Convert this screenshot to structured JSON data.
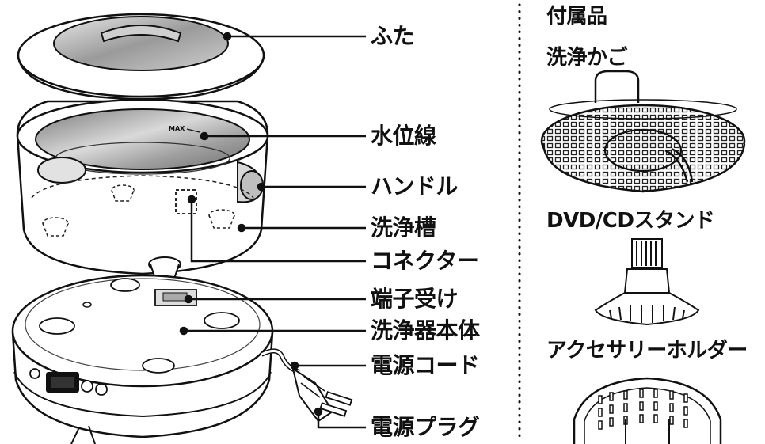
{
  "main_parts": {
    "labels": [
      {
        "key": "lid",
        "text": "ふた"
      },
      {
        "key": "water_line",
        "text": "水位線"
      },
      {
        "key": "handle",
        "text": "ハンドル"
      },
      {
        "key": "tank",
        "text": "洗浄槽"
      },
      {
        "key": "connector",
        "text": "コネクター"
      },
      {
        "key": "terminal",
        "text": "端子受け"
      },
      {
        "key": "body",
        "text": "洗浄器本体"
      },
      {
        "key": "power_cord",
        "text": "電源コード"
      },
      {
        "key": "power_plug",
        "text": "電源プラグ"
      }
    ],
    "max_mark": "MAX"
  },
  "accessories": {
    "title": "付属品",
    "items": [
      {
        "key": "basket",
        "text": "洗浄かご"
      },
      {
        "key": "dvd_stand",
        "text": "DVD/CDスタンド"
      },
      {
        "key": "holder",
        "text": "アクセサリーホルダー"
      }
    ]
  }
}
